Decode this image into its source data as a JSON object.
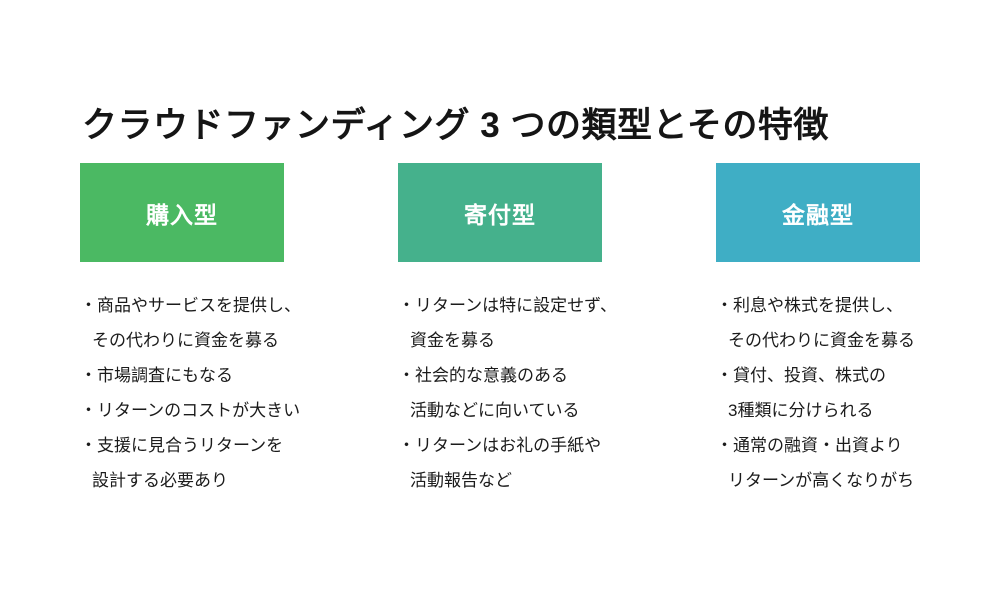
{
  "page": {
    "title": "クラウドファンディング 3 つの類型とその特徴",
    "background_color": "#ffffff",
    "text_color": "#1b1b1b"
  },
  "columns": [
    {
      "header": "購入型",
      "color": "#4bb963",
      "lines": [
        "・商品やサービスを提供し、",
        "その代わりに資金を募る",
        "・市場調査にもなる",
        "・リターンのコストが大きい",
        "・支援に見合うリターンを",
        "設計する必要あり"
      ]
    },
    {
      "header": "寄付型",
      "color": "#45b18c",
      "lines": [
        "・リターンは特に設定せず、",
        "資金を募る",
        "・社会的な意義のある",
        "活動などに向いている",
        "・リターンはお礼の手紙や",
        "活動報告など"
      ]
    },
    {
      "header": "金融型",
      "color": "#3faec5",
      "lines": [
        "・利息や株式を提供し、",
        "その代わりに資金を募る",
        "・貸付、投資、株式の",
        "3種類に分けられる",
        "・通常の融資・出資より",
        "リターンが高くなりがち"
      ]
    }
  ]
}
